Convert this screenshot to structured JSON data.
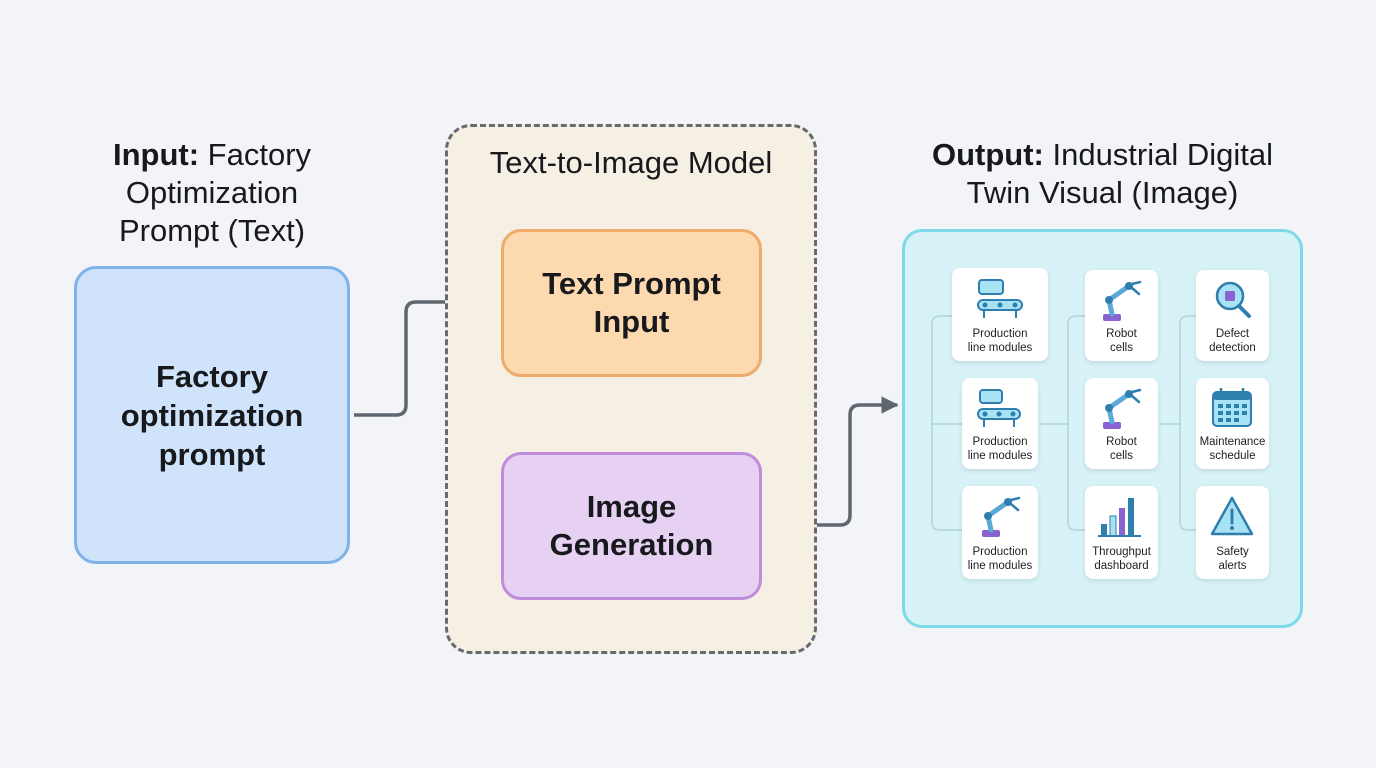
{
  "input": {
    "title_bold": "Input:",
    "title_rest": " Factory Optimization Prompt (Text)",
    "box_text": "Factory optimization prompt"
  },
  "model": {
    "title": "Text-to-Image Model",
    "stage1": "Text Prompt Input",
    "stage2": "Image Generation"
  },
  "output": {
    "title_bold": "Output:",
    "title_rest": " Industrial Digital Twin Visual (Image)",
    "cards": [
      {
        "label_line1": "Production",
        "label_line2": "line modules",
        "icon": "conveyor-icon"
      },
      {
        "label_line1": "Robot",
        "label_line2": "cells",
        "icon": "robot-arm-icon"
      },
      {
        "label_line1": "Defect",
        "label_line2": "detection",
        "icon": "magnifier-icon"
      },
      {
        "label_line1": "Production",
        "label_line2": "line modules",
        "icon": "conveyor-icon"
      },
      {
        "label_line1": "Robot",
        "label_line2": "cells",
        "icon": "robot-arm-icon"
      },
      {
        "label_line1": "Maintenance",
        "label_line2": "schedule",
        "icon": "calendar-icon"
      },
      {
        "label_line1": "Production",
        "label_line2": "line modules",
        "icon": "robot-arm-icon"
      },
      {
        "label_line1": "Throughput",
        "label_line2": "dashboard",
        "icon": "bar-chart-icon"
      },
      {
        "label_line1": "Safety",
        "label_line2": "alerts",
        "icon": "warning-icon"
      }
    ]
  },
  "colors": {
    "input_fill": "#cfe4fb",
    "input_border": "#7fb2e8",
    "model_fill": "#f6f0e4",
    "stage1_fill": "#fcd9ae",
    "stage2_fill": "#e6d1f3",
    "output_fill": "#d8f3f8",
    "output_border": "#7fd9e8",
    "icon_blue": "#a8e2f5",
    "icon_purple": "#8a63d2",
    "arrow": "#5f6670"
  }
}
